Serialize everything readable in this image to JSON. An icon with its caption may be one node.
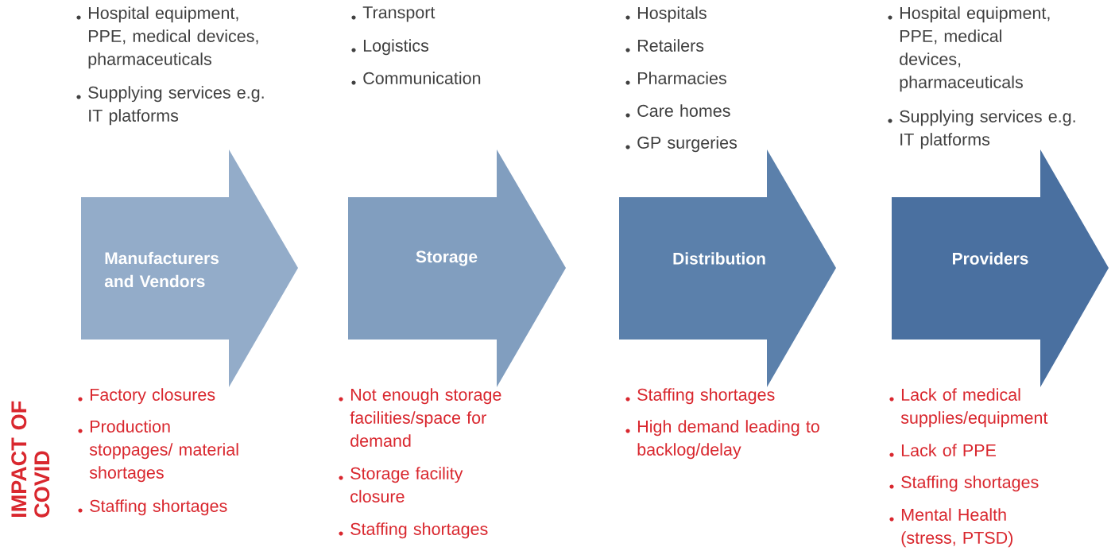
{
  "diagram": {
    "nodes": [
      {
        "text": [
          "Manufacturers and Vendors"
        ]
      },
      {
        "text": [
          "Storage"
        ]
      },
      {
        "text": [
          "Distribution"
        ]
      },
      {
        "text": [
          "Providers"
        ]
      }
    ],
    "labels": [
      "Hospital equipment, PPE, medical devices, pharmaceuticals",
      "Supplying services e.g. IT platforms",
      "Transport",
      "Logistics",
      "Communication",
      "Hospitals",
      "Retailers",
      "Pharmacies",
      "Care homes",
      "GP surgeries",
      "Hospital equipment, PPE, medical devices, pharmaceuticals",
      "Supplying services e.g. IT platforms",
      "IMPACT OF COVID",
      "Factory closures",
      "Production stoppages/ material shortages",
      "Staffing shortages",
      "Not enough storage facilities/space for demand",
      "Storage facility closure",
      "Staffing shortages",
      "Staffing shortages",
      "High demand leading to backlog/delay",
      "Lack of medical supplies/equipment",
      "Lack of PPE",
      "Staffing shortages",
      "Mental Health (stress, PTSD)"
    ]
  }
}
